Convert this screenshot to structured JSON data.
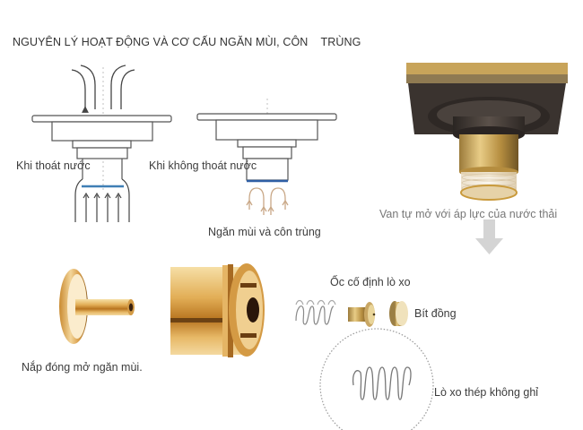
{
  "title": "NGUYÊN LÝ HOẠT ĐỘNG VÀ CƠ CẤU NGĂN MÙI, CÔN    TRÙNG",
  "diagrams": {
    "draining": {
      "label": "Khi thoát nước",
      "seal_color": "#3f7fb5",
      "arrow_color": "#444444"
    },
    "not_draining": {
      "label": "Khi không thoát nước",
      "seal_color": "#2f5fa5",
      "arrow_color": "#c9a887",
      "caption": "Ngăn mùi và côn trùng"
    }
  },
  "product_photo": {
    "caption": "Van tự mở với áp lực của nước thải",
    "arrow": "down-arrow"
  },
  "parts": [
    {
      "id": "cap",
      "label": "Nắp đóng mở ngăn mùi."
    },
    {
      "id": "body",
      "label": ""
    },
    {
      "id": "fixing-nut",
      "label": "Ốc cố định lò xo"
    },
    {
      "id": "brass-plug",
      "label": "Bít đồng"
    },
    {
      "id": "spring",
      "label": "Lò xo thép không ghỉ"
    }
  ],
  "colors": {
    "gold": "#d9a441",
    "gold_light": "#f3d9a0",
    "dark_bronze": "#3d3530",
    "line": "#555555"
  }
}
